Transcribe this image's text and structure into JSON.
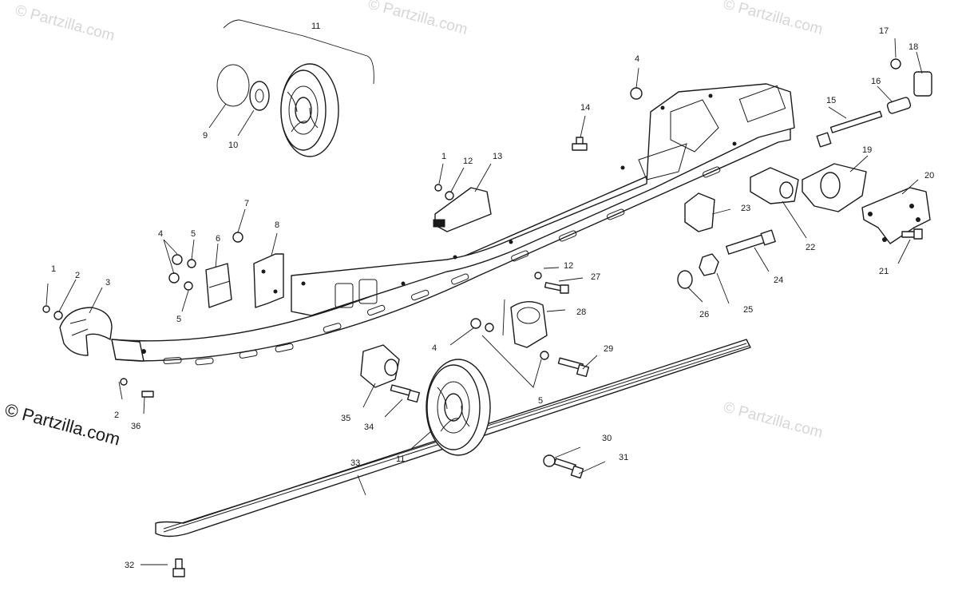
{
  "watermark": "© Partzilla.com",
  "copyright": "© Partzilla.com",
  "callouts": [
    "1",
    "2",
    "3",
    "4",
    "5",
    "6",
    "7",
    "8",
    "9",
    "10",
    "11",
    "12",
    "13",
    "14",
    "15",
    "16",
    "17",
    "18",
    "19",
    "20",
    "21",
    "22",
    "23",
    "24",
    "25",
    "26",
    "27",
    "28",
    "29",
    "30",
    "31",
    "32",
    "33",
    "34",
    "35",
    "36"
  ],
  "labels": {
    "c1a": "1",
    "c1b": "1",
    "c2a": "2",
    "c2b": "2",
    "c3": "3",
    "c4a": "4",
    "c4b": "4",
    "c4c": "4",
    "c5a": "5",
    "c5b": "5",
    "c5c": "5",
    "c6": "6",
    "c7": "7",
    "c8": "8",
    "c9": "9",
    "c10": "10",
    "c11a": "11",
    "c11b": "11",
    "c12a": "12",
    "c12b": "12",
    "c13": "13",
    "c14": "14",
    "c15": "15",
    "c16": "16",
    "c17": "17",
    "c18": "18",
    "c19": "19",
    "c20": "20",
    "c21": "21",
    "c22": "22",
    "c23": "23",
    "c24": "24",
    "c25": "25",
    "c26": "26",
    "c27": "27",
    "c28": "28",
    "c29": "29",
    "c30": "30",
    "c31": "31",
    "c32": "32",
    "c33": "33",
    "c34": "34",
    "c35": "35",
    "c36": "36"
  }
}
